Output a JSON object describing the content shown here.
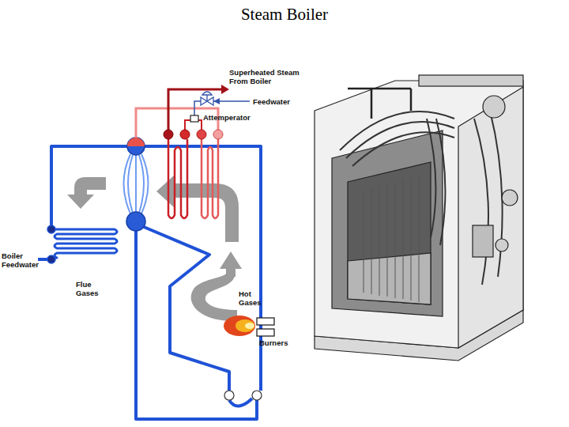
{
  "diagram": {
    "title": "Steam Boiler",
    "labels": [
      "Superheated Steam From Boiler",
      "Feedwater",
      "Attemperator",
      "Boiler Feedwater",
      "Flue Gases",
      "Hot Gases",
      "Burners"
    ]
  }
}
